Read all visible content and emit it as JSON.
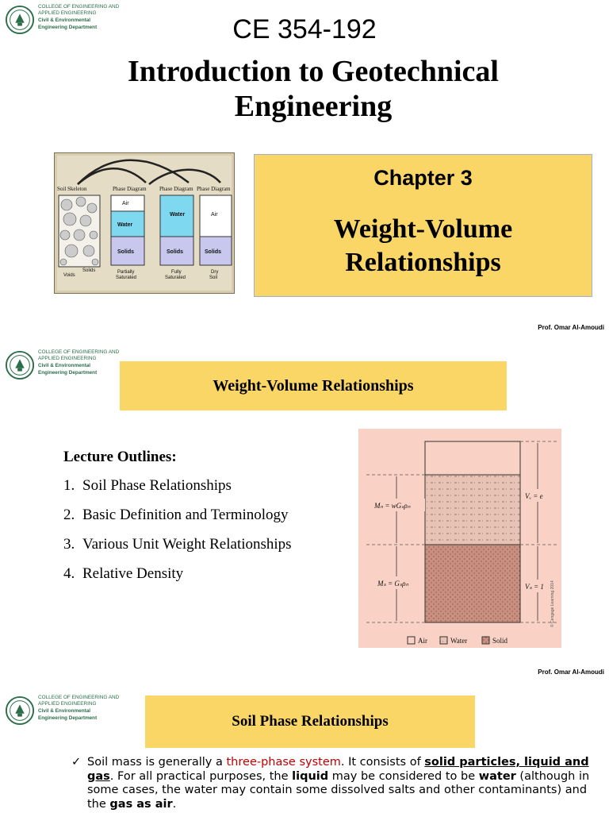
{
  "logo": {
    "college_line1": "COLLEGE OF ENGINEERING AND",
    "college_line2": "APPLIED ENGINEERING",
    "dept_line1": "Civil & Environmental",
    "dept_line2": "Engineering Department"
  },
  "slide1": {
    "course_code": "CE 354-192",
    "title_line1": "Introduction to Geotechnical",
    "title_line2": "Engineering",
    "chapter": "Chapter 3",
    "chapter_title_line1": "Weight-Volume",
    "chapter_title_line2": "Relationships",
    "figure_labels": {
      "soil_skeleton": "Soil Skeleton",
      "phase_diagram": "Phase Diagram",
      "air": "Air",
      "water": "Water",
      "solids": "Solids",
      "voids": "Voids",
      "solids_small": "Solids",
      "partially": "Partially",
      "saturated": "Saturated",
      "fully": "Fully",
      "dry": "Dry",
      "soil": "Soil"
    },
    "author": "Prof. Omar Al-Amoudi"
  },
  "slide2": {
    "header": "Weight-Volume Relationships",
    "outline_title": "Lecture Outlines:",
    "outline": [
      {
        "num": "1.",
        "text": "Soil Phase Relationships"
      },
      {
        "num": "2.",
        "text": "Basic Definition and Terminology"
      },
      {
        "num": "3.",
        "text": "Various Unit Weight Relationships"
      },
      {
        "num": "4.",
        "text": "Relative Density"
      }
    ],
    "figure": {
      "mw": "Mₙ = wGₛρₙ",
      "ms": "Mₛ = Gₛρₙ",
      "vv": "Vᵥ = e",
      "vs": "Vₛ = 1",
      "legend_air": "Air",
      "legend_water": "Water",
      "legend_solid": "Solid",
      "copyright": "© Cengage Learning 2014"
    },
    "author": "Prof. Omar Al-Amoudi"
  },
  "slide3": {
    "header": "Soil Phase Relationships",
    "p1": "Soil mass is generally a ",
    "p2": "three-phase system",
    "p3": ". It consists of ",
    "p4": "solid particles, liquid and gas",
    "p5": ". For all practical purposes, the ",
    "p6": "liquid",
    "p7": " may be considered to be ",
    "p8": "water",
    "p9": " (although in some cases, the water may contain some dissolved salts and other contaminants) and the ",
    "p10": "gas as air",
    "p11": "."
  },
  "colors": {
    "highlight": "#fad666",
    "accent_green": "#2c6e49",
    "figure_bg": "#f9d2c5",
    "red_text": "#c00000"
  }
}
